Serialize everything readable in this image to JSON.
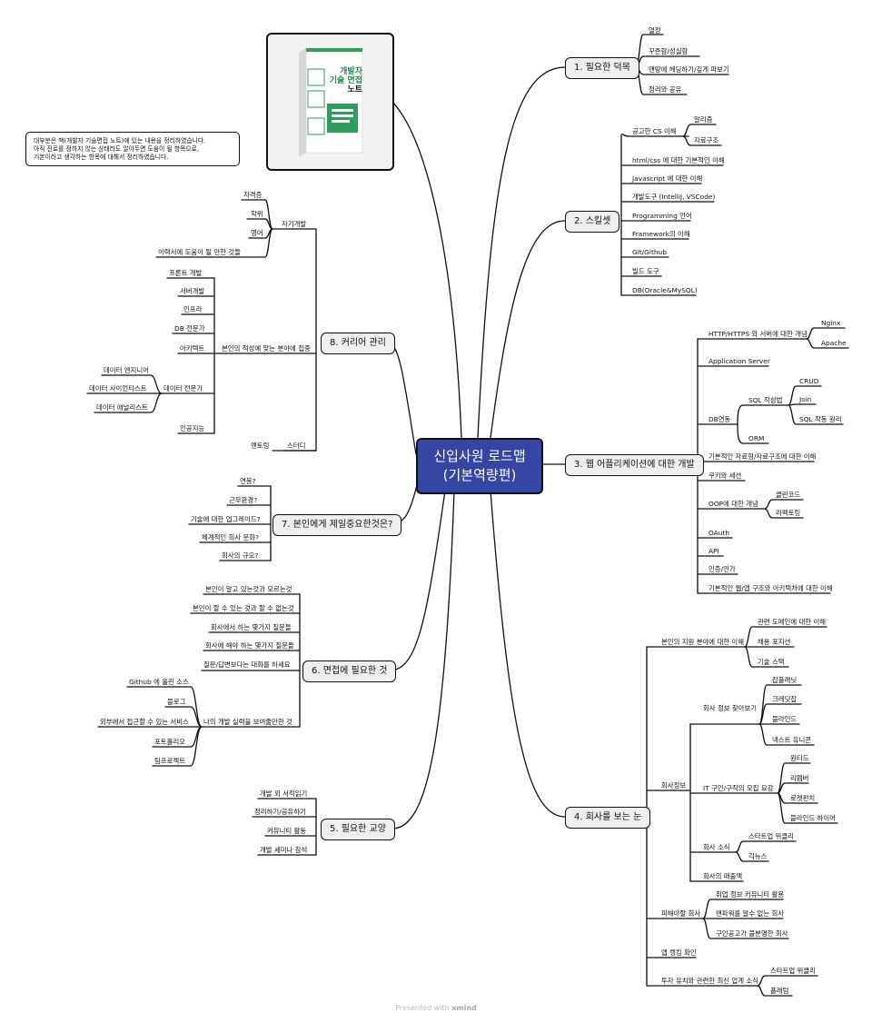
{
  "root": {
    "line1": "신입사원 로드맵",
    "line2": "(기본역량편)"
  },
  "note": {
    "lines": [
      "대부분은 책(개발자 기술면접 노트)에 있는 내용을 정리하였습니다.",
      "아직 진로를 정하지 않는 상태라도 알아두면 도움이 될 항목으로,",
      "기본이라고 생각하는 항목에 대해서 정리하였습니다."
    ]
  },
  "book": {
    "title_line1": "개발자",
    "title_line2": "기술 면접",
    "title_line3": "노트"
  },
  "branches": {
    "b1": "1. 필요한 덕목",
    "b2": "2. 스킬셋",
    "b3": "3. 웹 어플리케이션에 대한 개발",
    "b4": "4. 회사를 보는 눈",
    "b5": "5. 필요한 교양",
    "b6": "6. 면접에 필요한 것",
    "b7": "7. 본인에게 제일중요한것은?",
    "b8": "8. 커리어 관리"
  },
  "b1": {
    "items": [
      "열정",
      "꾸준함/성실함",
      "맨땅에 헤딩하기/깊게 파보기",
      "정리와 공유"
    ]
  },
  "b2": {
    "cs": "공고한 CS 이해",
    "cs_sub": [
      "알리즘",
      "자료구조"
    ],
    "items": [
      "html/css 에 대한 기본적인 이해",
      "Javascript 에 대한 이해",
      "개발도구 (IntelliJ, VSCode)",
      "Programming 언어",
      "Framework의 이해",
      "Git/Github",
      "빌드 도구",
      "DB(Oracle&MySQL)"
    ]
  },
  "b3": {
    "http": "HTTP/HTTPS 와 서버에 대한 개념",
    "http_sub": [
      "Nginx",
      "Apache"
    ],
    "app_server": "Application Server",
    "db": "DB연동",
    "sql": "SQL 작성법",
    "sql_sub": [
      "CRUD",
      "Join",
      "SQL 작동 원리"
    ],
    "orm": "ORM",
    "ds": "기본적인 자료형/자료구조에 대한 이해",
    "cookie": "쿠키와 세션",
    "oop": "OOP에 대한 개념",
    "oop_sub": [
      "클린코드",
      "리펙토링"
    ],
    "oauth": "OAuth",
    "api": "API",
    "auth": "인증/인가",
    "arch": "기본적인 웹/앱 구조와 아키텍처에 대한 이해"
  },
  "b4": {
    "field": "본인의 지원 분야에 대한 이해",
    "field_sub": [
      "관련 도메인에 대한 이해",
      "채용 포지션",
      "기술 스택"
    ],
    "info": "회사정보",
    "find": "회사 정보 찾아보기",
    "find_sub": [
      "잡플래닛",
      "크레딧잡",
      "블라인드",
      "넥스트 유니콘"
    ],
    "it": "IT 구인/구직의 모집 요강",
    "it_sub": [
      "원티드",
      "리멤버",
      "로켓펀치",
      "블라인드 하이어"
    ],
    "news": "회사 소식",
    "news_sub": [
      "스타트업 위클리",
      "긱뉴스"
    ],
    "sales": "회사의 매출액",
    "avoid": "피해야할 회사",
    "avoid_sub": [
      "취업 정보 커뮤니티 활용",
      "맨파워를 알수 없는 회사",
      "구인공고가 불분명한 회사"
    ],
    "rank": "앱 랭킹 확인",
    "invest": "투자 유치와 관련한 최신 업계 소식",
    "invest_sub": [
      "스타트업 위클리",
      "플래텀"
    ]
  },
  "b5": {
    "items": [
      "개발 외 서적읽기",
      "정리하기/공유하기",
      "커뮤니티 활동",
      "개발 세미나 참석"
    ]
  },
  "b6": {
    "items": [
      "본인이 알고 있는것과 모르는것",
      "본인이 할 수 있는 것과 할 수 없는것",
      "회사에서 하는 몇가지 질문들",
      "회사에 해야 하는 몇가지 질문들",
      "질문/답변보다는 대화를 하세요"
    ],
    "show": "나의 개발 실력을 보여줄만한 것",
    "show_sub": [
      "Github 에 올린 소스",
      "블로그",
      "외부에서 접근할 수 있는 서비스",
      "포트폴리오",
      "팀프로젝트"
    ]
  },
  "b7": {
    "items": [
      "연봉?",
      "근무환경?",
      "기술에 대한 업그레이드?",
      "체계적인 회사 문화?",
      "회사의 규모?"
    ]
  },
  "b8": {
    "self": "자기개발",
    "self_sub": [
      "자격증",
      "학위",
      "영어",
      "이력서에 도움이 될 만한 것들"
    ],
    "focus": "본인의 적성에 맞는 분야에 집중",
    "focus_sub": [
      "프론트 개발",
      "서버개발",
      "인프라",
      "DB 전문가",
      "아키텍트",
      "데이터 전문가",
      "인공지능"
    ],
    "data_sub": [
      "데이터 엔지니어",
      "데이터 사이언티스트",
      "데이터 애널리스트"
    ],
    "mentoring": "멘토링",
    "study": "스터디"
  },
  "footer": {
    "prefix": "Presented with",
    "brand": "xmind"
  }
}
